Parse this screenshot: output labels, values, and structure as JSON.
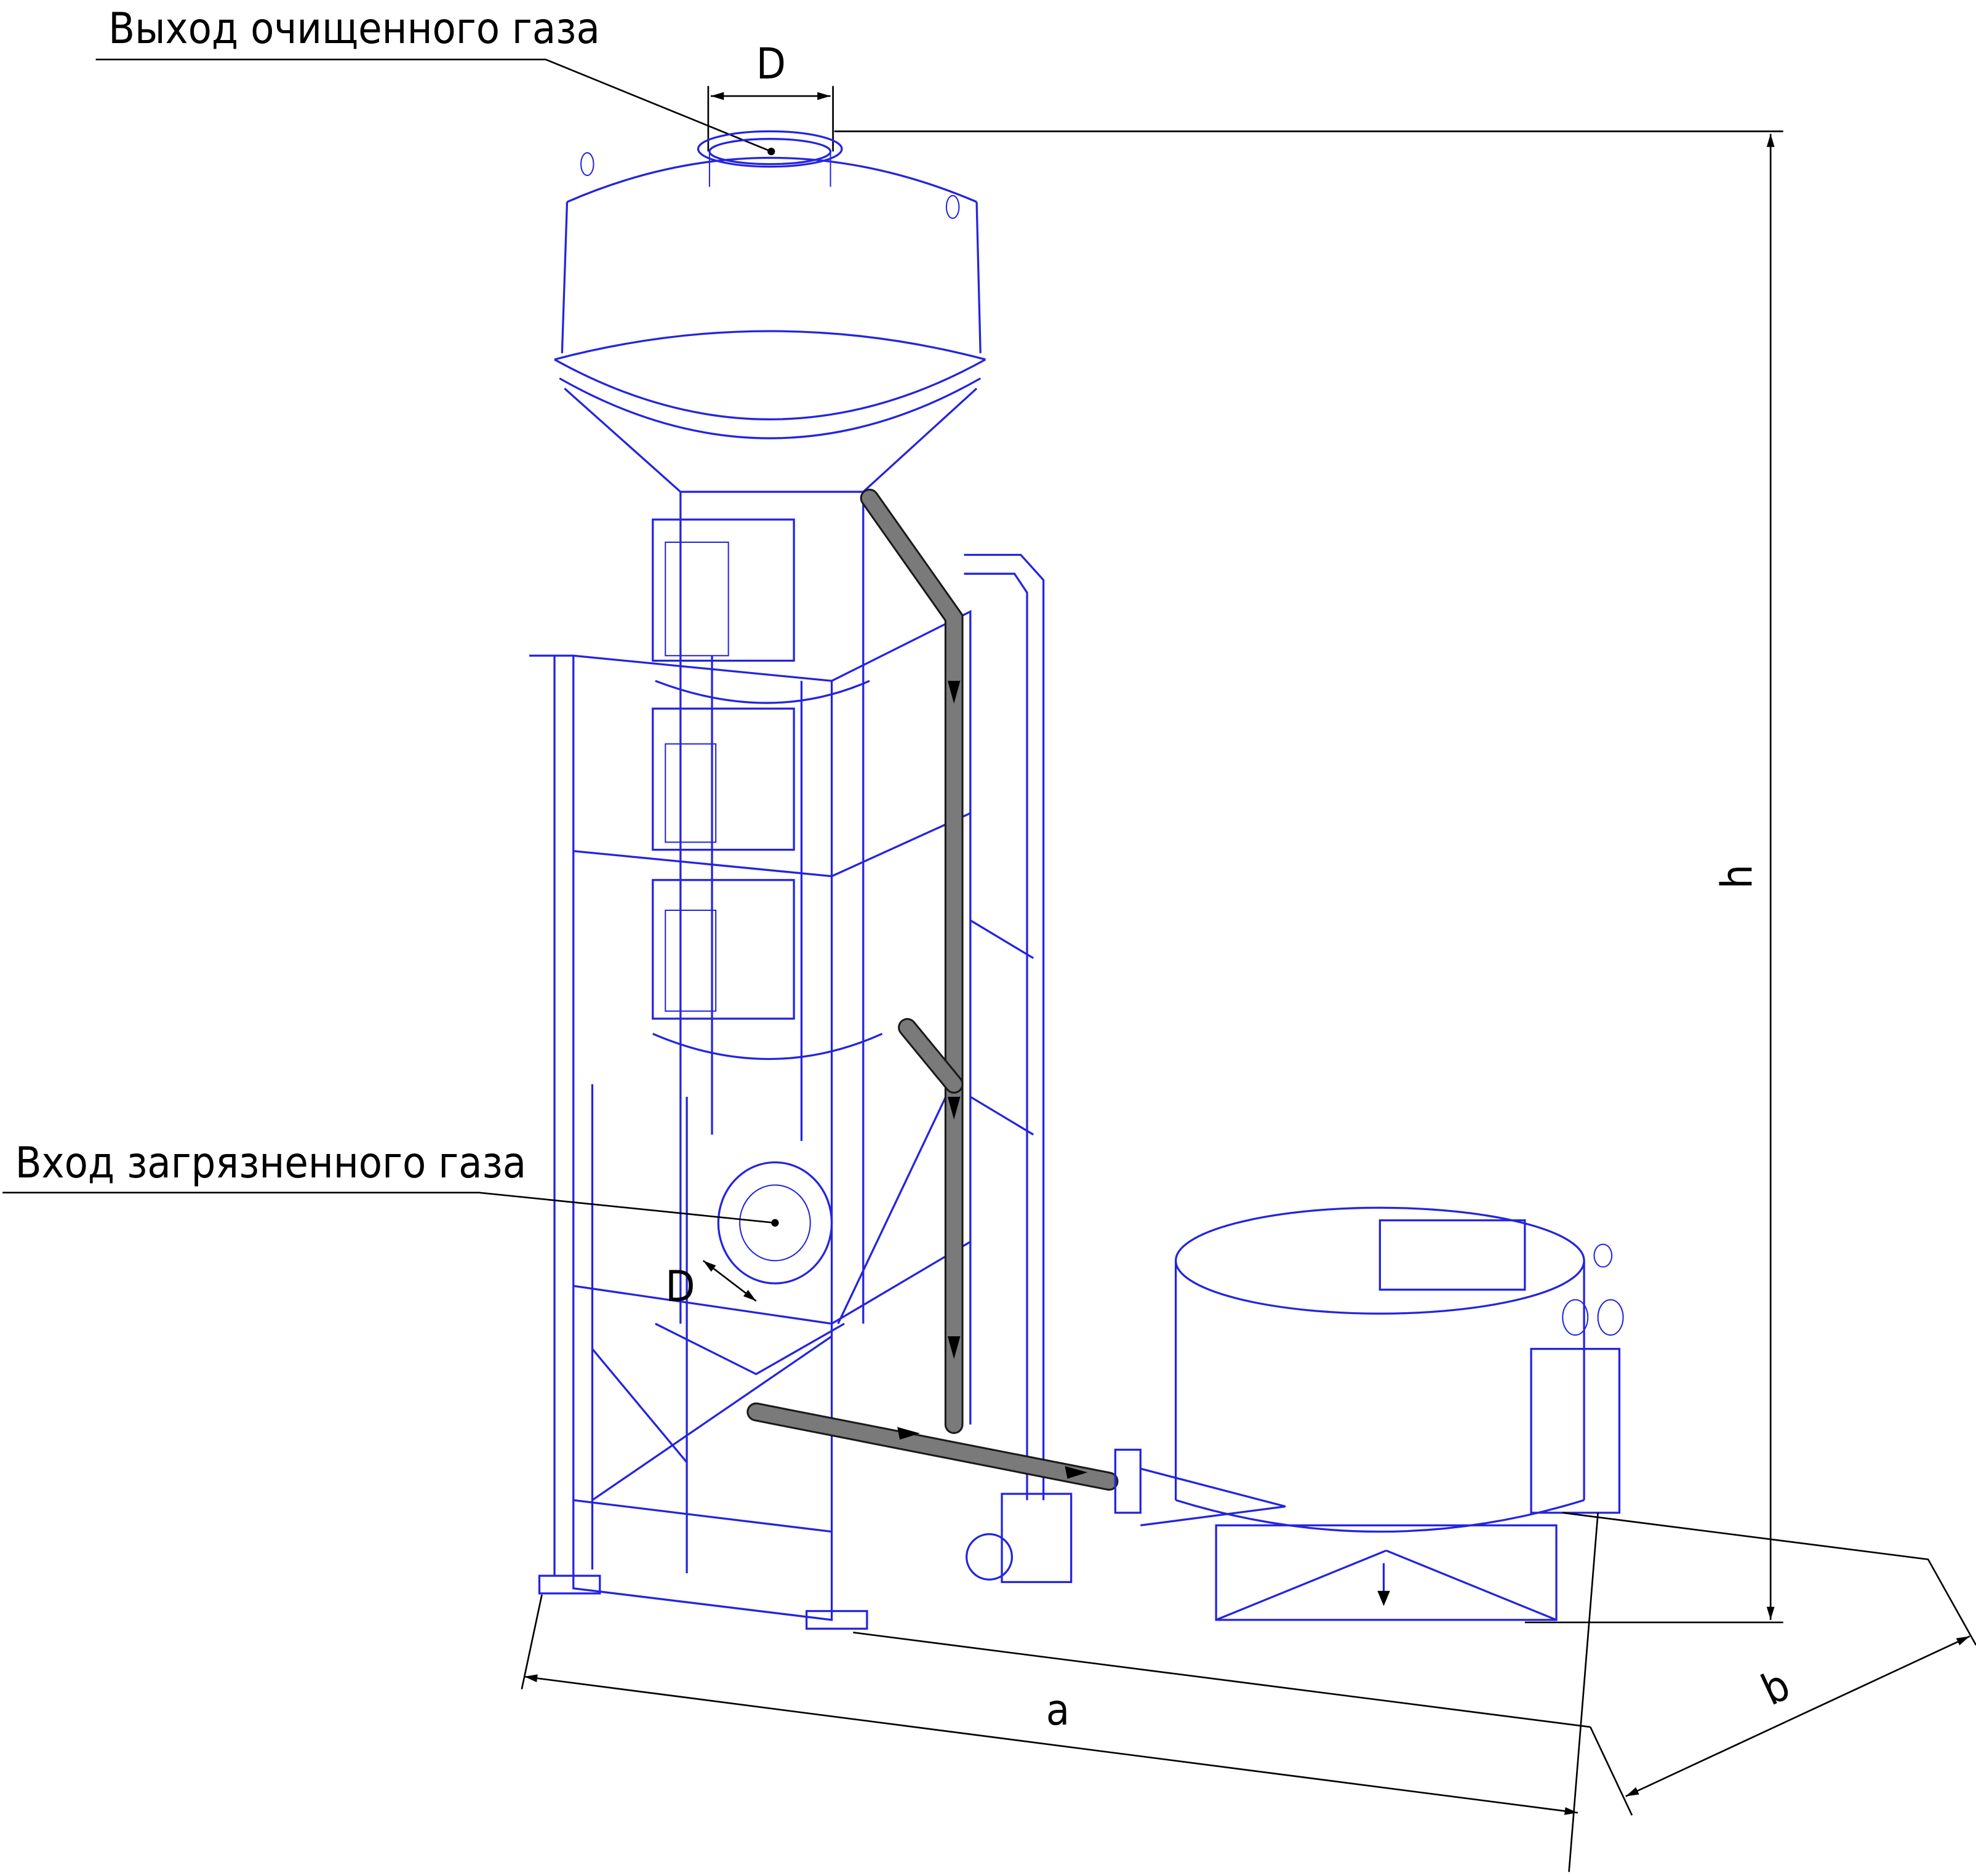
{
  "labels": {
    "outlet": "Выход очищенного газа",
    "inlet": "Вход загрязненного газа",
    "outlet_diameter": "D",
    "inlet_diameter": "D",
    "height": "h",
    "length": "a",
    "width": "b"
  },
  "colors": {
    "equipment": "#2424e0",
    "gas_flow": "#7a7a7a",
    "dimensions": "#000000"
  }
}
